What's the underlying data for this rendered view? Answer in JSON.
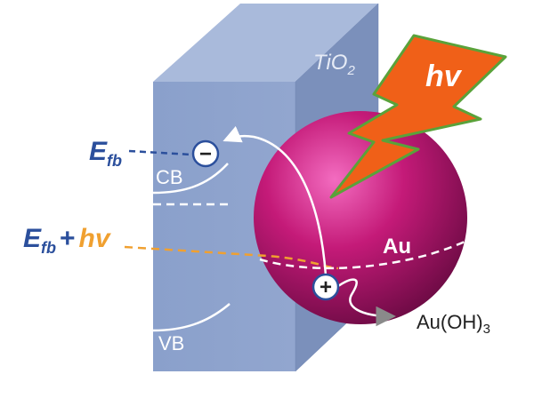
{
  "semiconductor": {
    "label": "TiO",
    "subscript": "2"
  },
  "bands": {
    "conduction": "CB",
    "valence": "VB"
  },
  "fermi_level": {
    "symbol": "E",
    "subscript": "fb"
  },
  "fermi_shifted": {
    "symbol": "E",
    "subscript": "fb",
    "plus": "+",
    "photon": "hv"
  },
  "particle": {
    "label": "Au"
  },
  "light": {
    "label": "hv"
  },
  "charges": {
    "electron": "−",
    "hole": "+"
  },
  "product": {
    "label": "Au(OH)",
    "subscript": "3"
  },
  "colors": {
    "block_front": "#8ea3cb",
    "block_side": "#7b90bb",
    "block_top": "#a9badb",
    "sphere": "#c41a78",
    "fermi_line": "#2b4f9c",
    "photon_text": "#f0a030",
    "bolt": "#f06018",
    "bolt_outline": "#5aa23a"
  }
}
